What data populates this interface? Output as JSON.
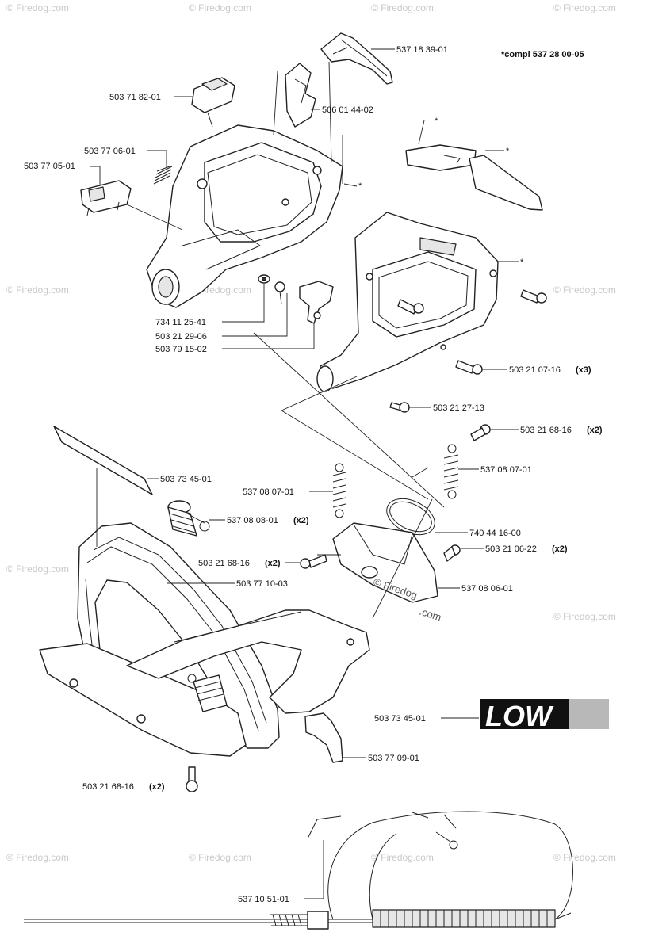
{
  "note": "*compl 537 28 00-05",
  "labels": {
    "p537_18_39_01": "537 18 39-01",
    "p503_71_82_01": "503 71 82-01",
    "p506_01_44_02": "506 01 44-02",
    "p503_77_06_01": "503 77 06-01",
    "p503_77_05_01": "503 77 05-01",
    "p734_11_25_41": "734 11 25-41",
    "p503_21_29_06": "503 21 29-06",
    "p503_79_15_02": "503 79 15-02",
    "p503_21_07_16": "503 21 07-16",
    "p503_21_27_13": "503  21 27-13",
    "p503_21_68_16_a": "503 21 68-16",
    "p537_08_07_01_a": "537 08 07-01",
    "p503_73_45_01_a": "503 73 45-01",
    "p537_08_07_01_b": "537 08 07-01",
    "p537_08_08_01": "537 08 08-01",
    "p740_44_16_00": "740 44 16-00",
    "p503_21_68_16_b": "503 21 68-16",
    "p503_21_06_22": "503 21 06-22",
    "p503_77_10_03": "503 77 10-03",
    "p537_08_06_01": "537 08 06-01",
    "p503_73_45_01_b": "503 73 45-01",
    "p503_77_09_01": "503 77 09-01",
    "p503_21_68_16_c": "503 21 68-16",
    "p537_10_51_01": "537 10 51-01"
  },
  "quantities": {
    "p503_21_07_16": "(x3)",
    "p503_21_68_16_a": "(x2)",
    "p537_08_08_01": "(x2)",
    "p503_21_68_16_b": "(x2)",
    "p503_21_06_22": "(x2)",
    "p503_21_68_16_c": "(x2)"
  },
  "asterisk": "*",
  "decal_text": "LOW",
  "watermark": {
    "text": "© Firedog.com",
    "center_text_1": "© Firedog",
    "center_text_2": ".com"
  },
  "colors": {
    "line": "#222222",
    "watermark": "#c9c9c9"
  }
}
